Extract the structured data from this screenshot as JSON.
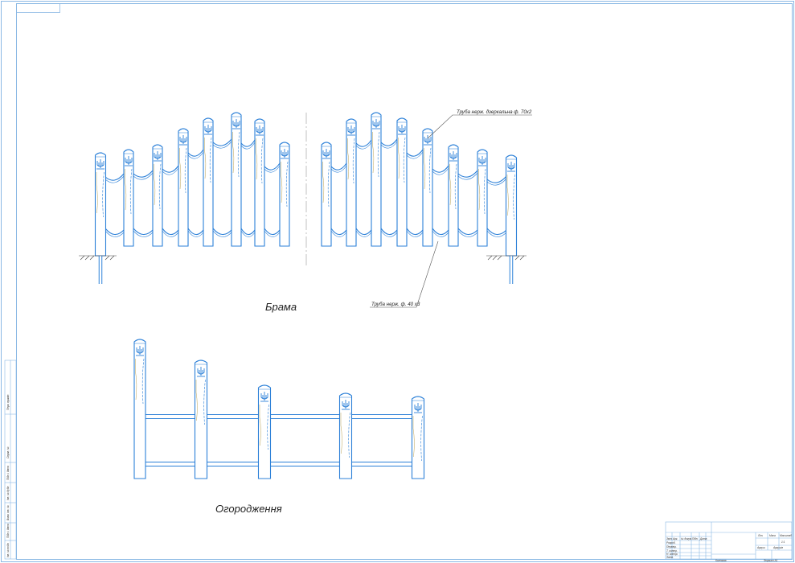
{
  "drawing": {
    "gate_title": "Брама",
    "fence_title": "Огородження",
    "callout_top": "Труба нерж. дзеркальна ф. 70х2",
    "callout_bottom": "Труба нерж. ф. 40 х3"
  },
  "title_block": {
    "row_labels": [
      "Змін.",
      "Арк.",
      "№ докум.",
      "Підп.",
      "Дата"
    ],
    "role_labels": [
      "Розроб.",
      "Перевір.",
      "Т. контр.",
      "Н. контр.",
      "Затв."
    ],
    "col_labels": [
      "Літ.",
      "Маса",
      "Масштаб"
    ],
    "scale_value": "1:1",
    "sheet_label": "Аркуш",
    "sheets_label": "Аркушів",
    "copied_label": "Копіював",
    "format_label": "Формат А1"
  },
  "side_strip": {
    "labels": [
      "Перв. примін.",
      "Справ. №",
      "Підп. і дата",
      "Інв. № дубл.",
      "Взам. інв. №",
      "Підп. і дата",
      "Інв. № подл."
    ]
  },
  "colors": {
    "frame": "#7aaede",
    "drawing": "#2c80d8",
    "ink": "#222222"
  }
}
